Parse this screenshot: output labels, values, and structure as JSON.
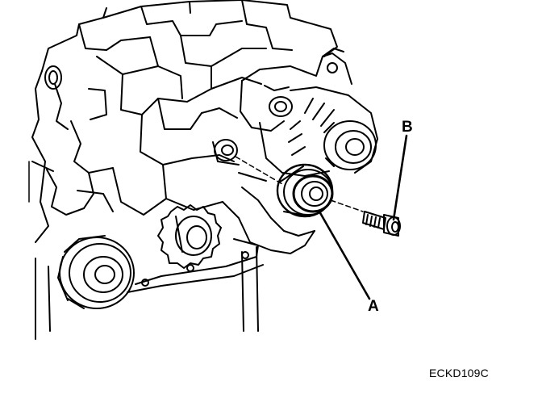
{
  "callouts": {
    "a": "A",
    "b": "B"
  },
  "figure_code": "ECKD109C",
  "parts": [
    "engine-block",
    "alternator",
    "idler-pulley",
    "pulley-bolt",
    "crankshaft-sprocket",
    "crankshaft-pulley",
    "oil-pan"
  ],
  "colors": {
    "line": "#000000",
    "background": "#ffffff"
  }
}
